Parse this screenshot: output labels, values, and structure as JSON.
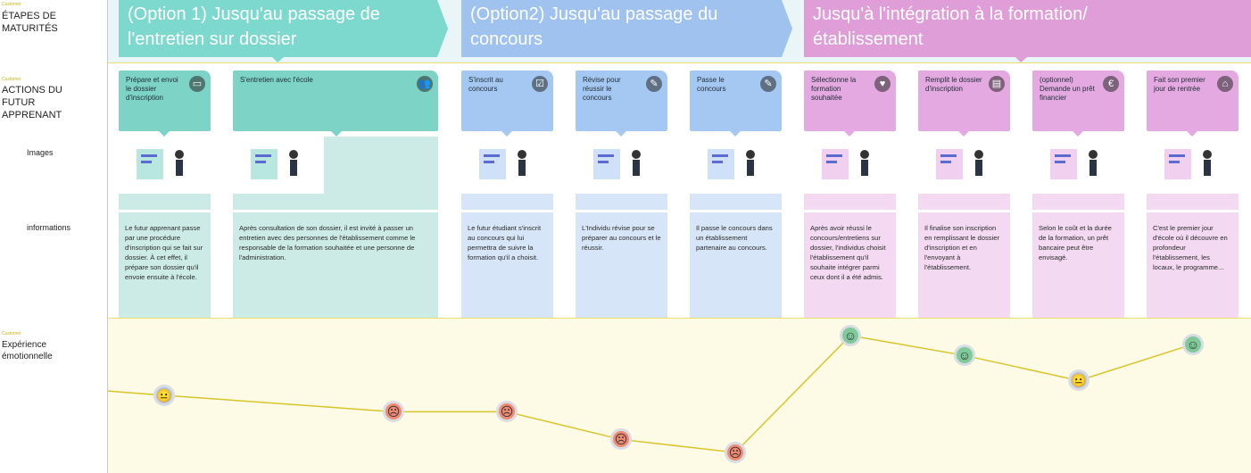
{
  "rows": {
    "stages": {
      "tag": "Customer",
      "title": "ÉTAPES DE MATURITÉS"
    },
    "actions": {
      "tag": "Customer",
      "title": "ACTIONS DU FUTUR APPRENANT"
    },
    "images": {
      "label": "Images"
    },
    "informations": {
      "label": "informations"
    },
    "emotion": {
      "tag": "Customer",
      "title": "Expérience émotionnelle"
    }
  },
  "stages": [
    {
      "label": "(Option 1) Jusqu'au passage de l'entretien sur dossier",
      "color": "#7dd8cd"
    },
    {
      "label": "(Option2) Jusqu'au passage du concours",
      "color": "#9fc2ef"
    },
    {
      "label": "Jusqu'à l'intégration à la formation/établissement",
      "color": "#df9ed8"
    }
  ],
  "colors": {
    "teal": "#7dd3c6",
    "teal_light": "#cdebe6",
    "blue": "#a5c8f2",
    "blue_light": "#d6e6f8",
    "pink": "#e4a9e0",
    "pink_light": "#f3d9f1",
    "line": "#d8c52a",
    "happy": "#7fc99a",
    "neutral": "#b7c2cf",
    "sad": "#f08872"
  },
  "actions": [
    {
      "title": "Prépare et envoi le dossier d'inscription",
      "icon": "tablet-icon",
      "glyph": "▭",
      "info": "Le futur apprenant passe par une procédure d'inscription qui se fait sur dossier. À cet effet, il prépare son dossier qu'il envoie ensuite à l'école."
    },
    {
      "title": "S'entretien avec l'école",
      "icon": "people-icon",
      "glyph": "👥",
      "info": "Après consultation de son dossier, il est invité à passer un entretien avec des personnes de l'établissement comme le responsable de la formation souhaitée et une personne de l'administration."
    },
    {
      "title": "S'inscrit au concours",
      "icon": "checkbox-icon",
      "glyph": "☑",
      "info": "Le futur étudiant s'inscrit au concours qui lui permettra de suivre la formation qu'il a choisit."
    },
    {
      "title": "Révise pour réussir le concours",
      "icon": "pencil-icon",
      "glyph": "✎",
      "info": "L'Individu révise pour se préparer au concours et le réussir."
    },
    {
      "title": "Passe le concours",
      "icon": "pencil-icon",
      "glyph": "✎",
      "info": "Il passe le concours dans un établissement partenaire au concours."
    },
    {
      "title": "Sélectionne la formation souhaitée",
      "icon": "heart-icon",
      "glyph": "♥",
      "info": "Après avoir réussi le concours/entretiens sur dossier, l'individus choisit l'établissement qu'il souhaite intégrer parmi ceux dont il a été admis."
    },
    {
      "title": "Remplit le dossier d'inscription",
      "icon": "document-icon",
      "glyph": "▤",
      "info": "Il finalise son inscription en remplissant le dossier d'inscription et en l'envoyant à l'établissement."
    },
    {
      "title": "(optionnel) Demande un prêt financier",
      "icon": "euro-icon",
      "glyph": "€",
      "info": "Selon le coût et la durée de la formation, un prêt bancaire peut être envisagé."
    },
    {
      "title": "Fait son premier jour de rentrée",
      "icon": "home-icon",
      "glyph": "⌂",
      "info": "C'est le premier jour d'école où il découvre en profondeur l'établissement, les locaux, le programme..."
    }
  ],
  "emotions": [
    {
      "mood": "neutral",
      "glyph": "😐",
      "level": 0.31
    },
    {
      "mood": "sad",
      "glyph": "☹",
      "level": 0.12
    },
    {
      "mood": "sad",
      "glyph": "☹",
      "level": 0.12
    },
    {
      "mood": "sad",
      "glyph": "☹",
      "level": -0.2
    },
    {
      "mood": "sad",
      "glyph": "☹",
      "level": -0.35
    },
    {
      "mood": "happy",
      "glyph": "☺",
      "level": 1.0
    },
    {
      "mood": "happy",
      "glyph": "☺",
      "level": 0.77
    },
    {
      "mood": "neutral",
      "glyph": "😐",
      "level": 0.48
    },
    {
      "mood": "happy",
      "glyph": "☺",
      "level": 0.9
    }
  ]
}
